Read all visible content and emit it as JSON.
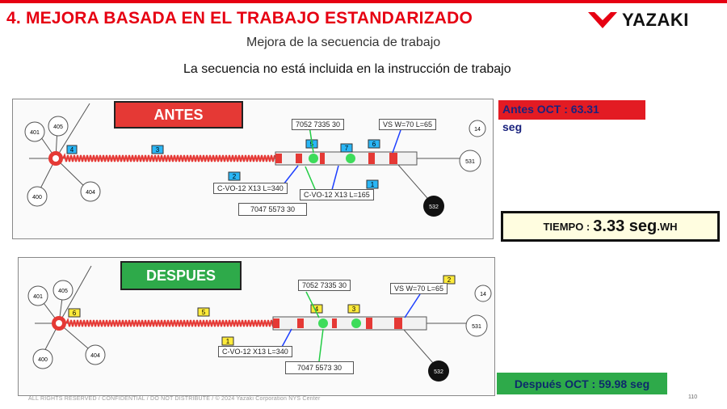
{
  "header": {
    "title": "4. MEJORA BASADA EN EL TRABAJO ESTANDARIZADO",
    "logo_text": "YAZAKI",
    "subtitle": "Mejora de la secuencia de trabajo",
    "note": "La secuencia no está incluida en la instrucción de trabajo"
  },
  "antes": {
    "label": "ANTES",
    "nodes": [
      "401",
      "405",
      "400",
      "404",
      "14",
      "531",
      "532"
    ],
    "steps": [
      "4",
      "3",
      "5",
      "7",
      "6",
      "2",
      "1"
    ],
    "boxes": {
      "top_part": "7052 7335 30",
      "vs": "VS W=70 L=65",
      "cvo_long": "C-VO-12 X13 L=340",
      "cvo_short": "C-VO-12 X13 L=165",
      "bottom_part": "7047 5573 30"
    },
    "oct_label": "Antes OCT : 63.31",
    "oct_unit": "seg"
  },
  "despues": {
    "label": "DESPUES",
    "nodes": [
      "401",
      "405",
      "400",
      "404",
      "14",
      "531",
      "532"
    ],
    "steps": [
      "6",
      "5",
      "4",
      "3",
      "2",
      "1"
    ],
    "boxes": {
      "top_part": "7052 7335 30",
      "vs": "VS W=70 L=65",
      "cvo_long": "C-VO-12 X13 L=340",
      "bottom_part": "7047 5573 30"
    },
    "oct_label": "Después OCT : 59.98 seg"
  },
  "tiempo": {
    "label": "TIEMPO :",
    "value": "3.33 seg",
    "unit": ".WH"
  },
  "footer": {
    "text": "ALL RIGHTS RESERVED  /  CONFIDENTIAL  /  DO NOT DISTRIBUTE  /  © 2024 Yazaki Corporation NYS Center",
    "page": "110"
  },
  "colors": {
    "brand_red": "#e60012",
    "antes_red": "#e53935",
    "despues_green": "#2eaa4a",
    "step_blue": "#29b6f6",
    "step_yellow": "#ffeb3b"
  }
}
